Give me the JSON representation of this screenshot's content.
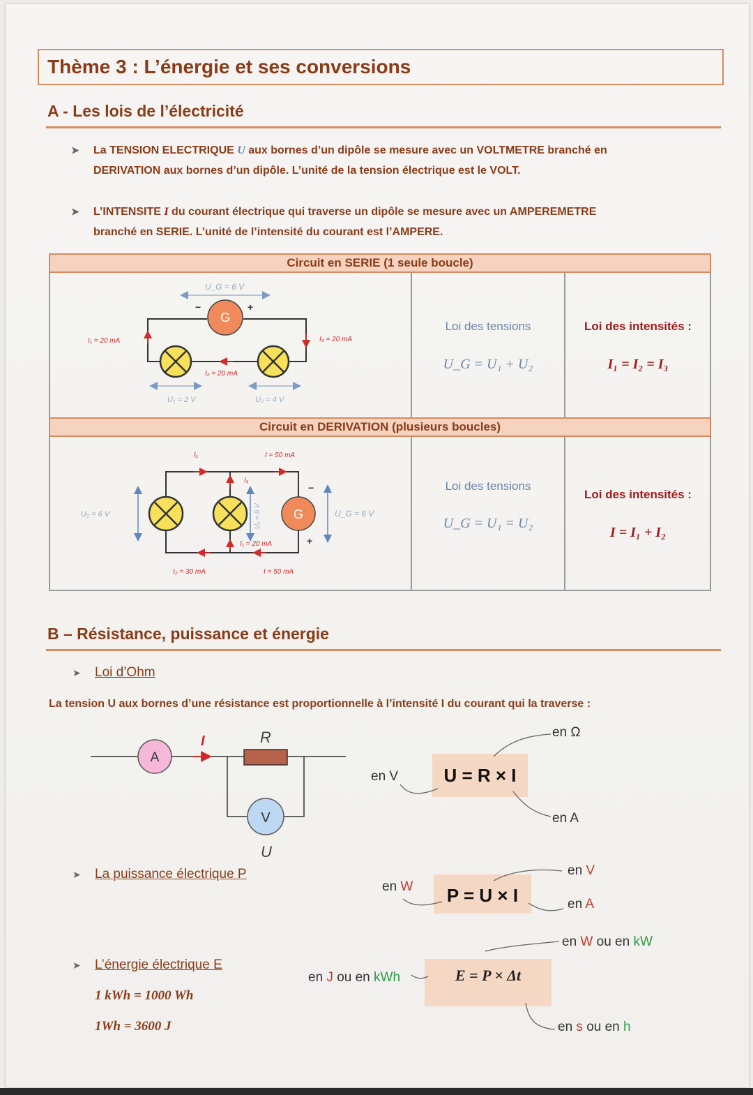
{
  "title": "Thème 3 : L’énergie et ses conversions",
  "sectionA": {
    "title": "A - Les lois de l’électricité",
    "bullets": [
      {
        "line1": "La TENSION ELECTRIQUE",
        "var": "U",
        "line1b": " aux bornes d’un dipôle se mesure avec un VOLTMETRE branché en",
        "line2": "DERIVATION aux bornes d’un dipôle. L’unité de la tension électrique est le VOLT."
      },
      {
        "line1": "L’INTENSITE",
        "var": "I",
        "line1b": " du courant électrique qui traverse un dipôle se mesure avec un AMPEREMETRE",
        "line2": "branché en SERIE. L’unité de l’intensité du courant est l’AMPERE."
      }
    ]
  },
  "serie": {
    "header": "Circuit en SERIE (1 seule boucle)",
    "diagram": {
      "gen": "G",
      "ug": "U_G = 6 V",
      "i1": "I₁ = 20 mA",
      "i2": "I₂ = 20 mA",
      "i3": "I₃ = 20 mA",
      "u1": "U₁ = 2 V",
      "u2": "U₂ = 4 V",
      "minus": "−",
      "plus": "+"
    },
    "tensions_title": "Loi des tensions",
    "tensions_formula": "U_G = U₁ + U₂",
    "intensites_title": "Loi des intensités :",
    "intensites_formula": "I₁ = I₂ = I₃"
  },
  "derivation": {
    "header": "Circuit en DERIVATION (plusieurs boucles)",
    "diagram": {
      "gen": "G",
      "i1": "I₁",
      "i_top": "I = 50 mA",
      "i_mid": "I₁",
      "i_mid2": "I₁ = 20 mA",
      "i2": "I₂ = 30 mA",
      "i_bot": "I = 50 mA",
      "u2": "U₂ = 6 V",
      "u1": "U₁ = 6 V",
      "ug": "U_G = 6 V",
      "minus": "−",
      "plus": "+"
    },
    "tensions_title": "Loi des tensions",
    "tensions_formula": "U_G = U₁ = U₂",
    "intensites_title": "Loi des intensités :",
    "intensites_formula": "I = I₁ + I₂"
  },
  "sectionB": {
    "title": "B – Résistance, puissance et énergie",
    "ohm_title": "Loi d’Ohm",
    "ohm_text": "La tension U aux bornes d’une résistance est proportionnelle à l’intensité I du courant qui la traverse :",
    "ohm_circuit": {
      "ammeter": "A",
      "current": "I",
      "resistor": "R",
      "voltmeter": "V",
      "voltage": "U"
    },
    "ohm_formula": "U = R × I",
    "ohm_units": {
      "ohm": "en Ω",
      "volt": "en V",
      "amp": "en A"
    },
    "power_title": "La puissance électrique P",
    "power_formula": "P = U × I",
    "power_units": {
      "watt": "en W",
      "volt": "en V",
      "amp": "en A"
    },
    "energy_title": "L’énergie électrique E",
    "energy_formula": "E = P × Δt",
    "energy_units": {
      "left": "en J ou en kWh",
      "top": "en W ou en kW",
      "bottom": "en s ou en h"
    },
    "conversions": [
      "1 kWh = 1000 Wh",
      "1Wh = 3600 J"
    ]
  },
  "colors": {
    "accent": "#d98a5e",
    "heading": "#8a3b18",
    "formula_bg": "#f5d8c3",
    "lamp": "#f7e15a",
    "generator": "#f08a5a"
  }
}
